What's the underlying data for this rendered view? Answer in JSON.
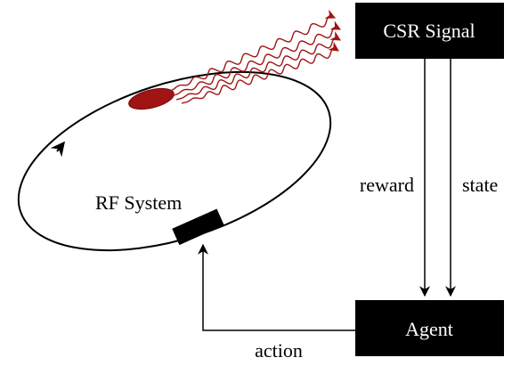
{
  "diagram": {
    "boxes": {
      "csr_signal": {
        "label": "CSR Signal"
      },
      "agent": {
        "label": "Agent"
      }
    },
    "labels": {
      "rf_system": "RF System",
      "reward": "reward",
      "state": "state",
      "action": "action"
    }
  },
  "colors": {
    "box_fill": "#000000",
    "box_text": "#ffffff",
    "bunch": "#a01414",
    "radiation": "#a01414",
    "ring": "#000000"
  }
}
